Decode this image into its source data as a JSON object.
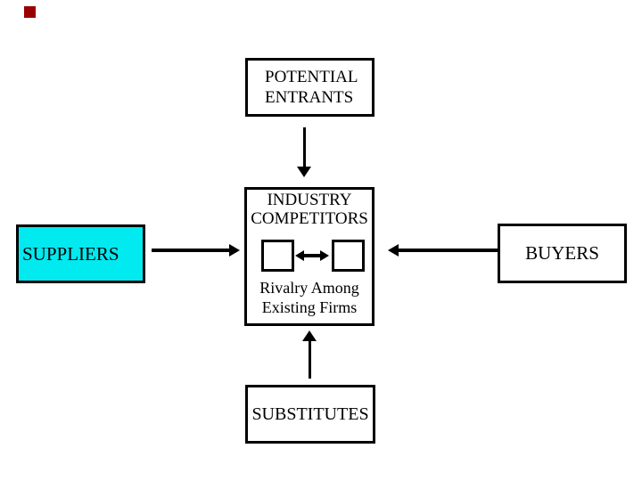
{
  "slide": {
    "title_marker": {
      "color": "#990000"
    },
    "colors": {
      "background": "#ffffff",
      "line": "#000000",
      "suppliers_fill": "#00EAF0"
    },
    "boxes": {
      "potential_entrants": {
        "label": "POTENTIAL ENTRANTS"
      },
      "industry_competitors": {
        "title": "INDUSTRY COMPETITORS",
        "caption": "Rivalry Among Existing Firms"
      },
      "suppliers": {
        "label": "SUPPLIERS"
      },
      "buyers": {
        "label": "BUYERS"
      },
      "substitutes": {
        "label": "SUBSTITUTES"
      }
    }
  }
}
